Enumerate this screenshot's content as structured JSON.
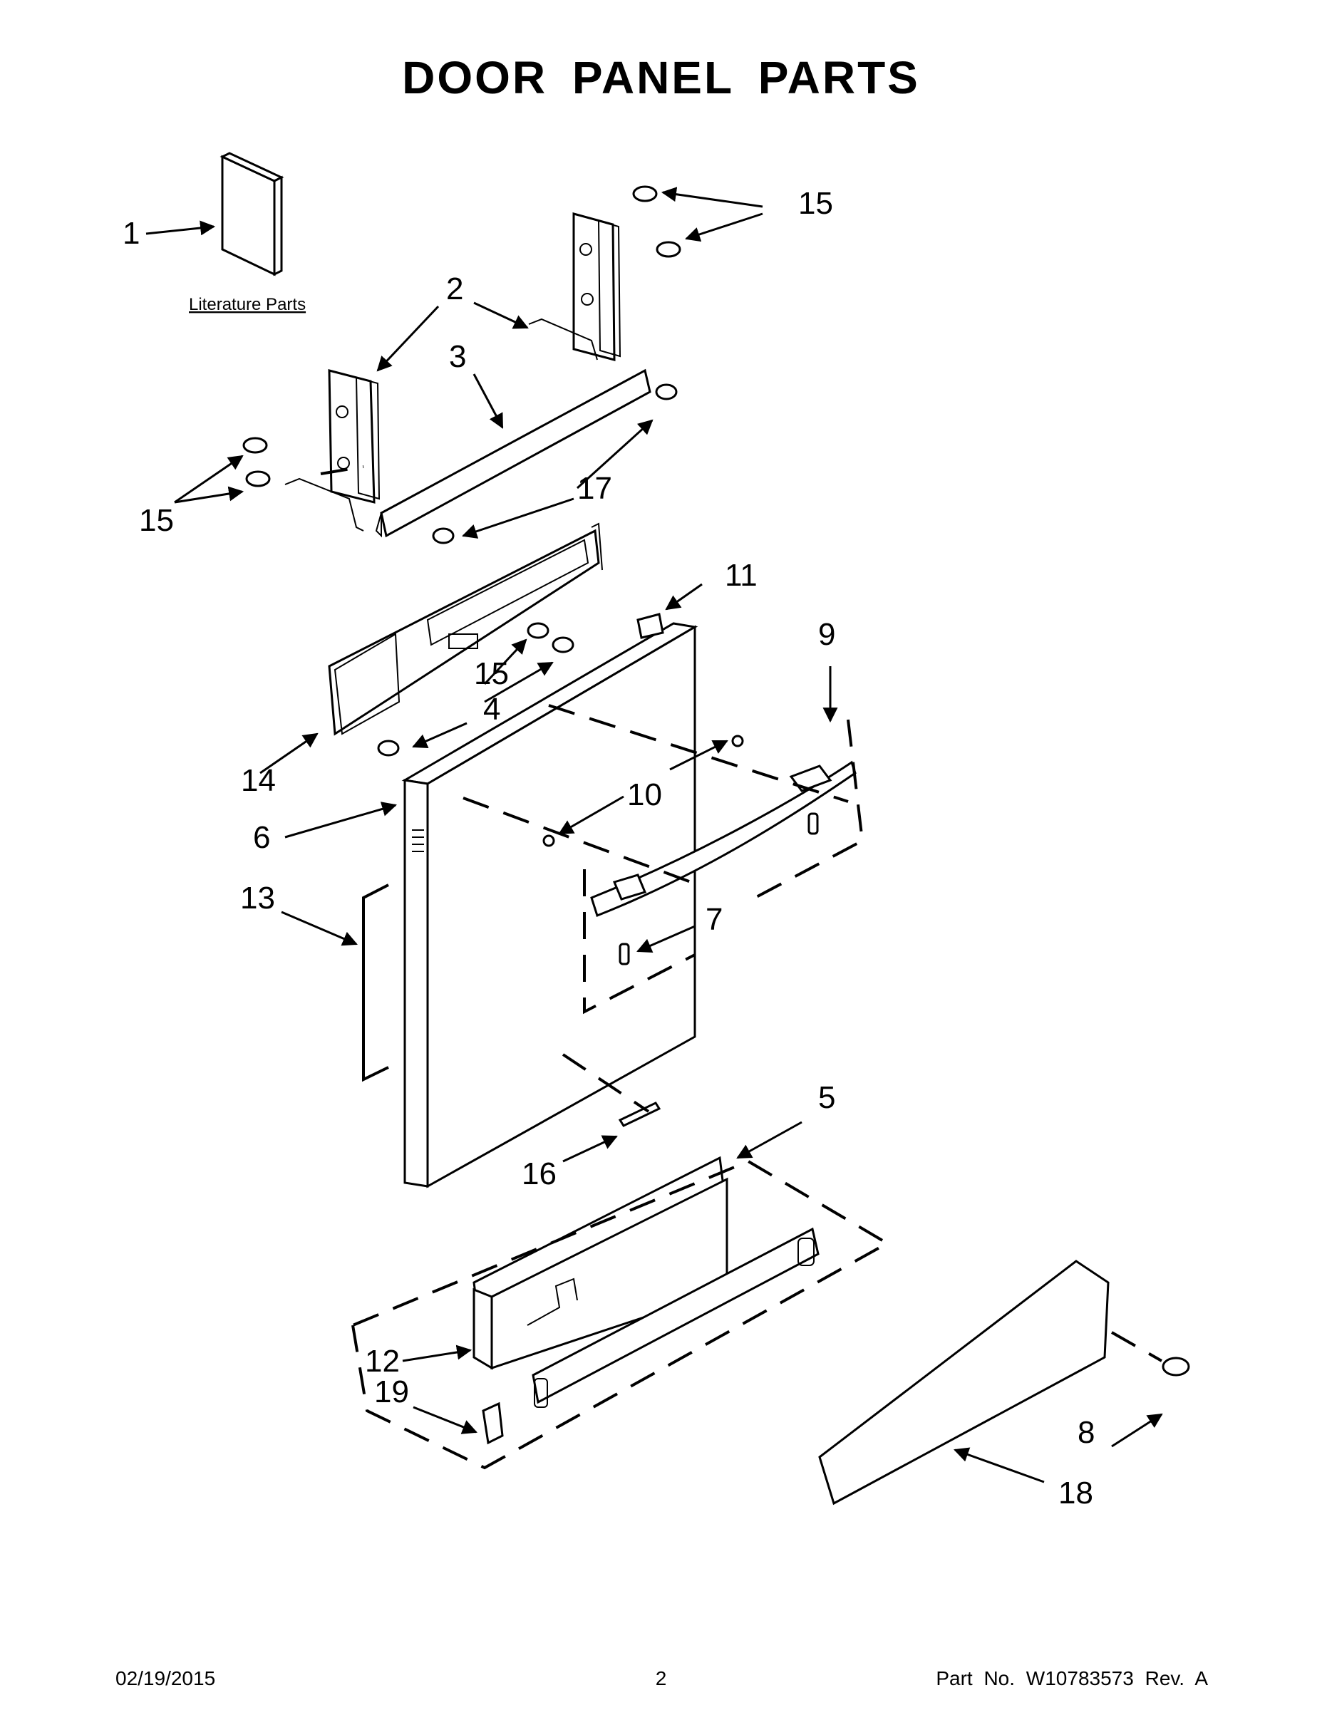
{
  "title": "DOOR PANEL PARTS",
  "literature_label": "Literature Parts",
  "callouts": {
    "c1": "1",
    "c2": "2",
    "c3": "3",
    "c4": "4",
    "c5": "5",
    "c6": "6",
    "c7": "7",
    "c8": "8",
    "c9": "9",
    "c10": "10",
    "c11": "11",
    "c12": "12",
    "c13": "13",
    "c14": "14",
    "c15": "15",
    "c16": "16",
    "c17": "17",
    "c18": "18",
    "c19": "19"
  },
  "footer": {
    "date": "02/19/2015",
    "page": "2",
    "part_no": "Part No.  W10783573  Rev.  A"
  }
}
